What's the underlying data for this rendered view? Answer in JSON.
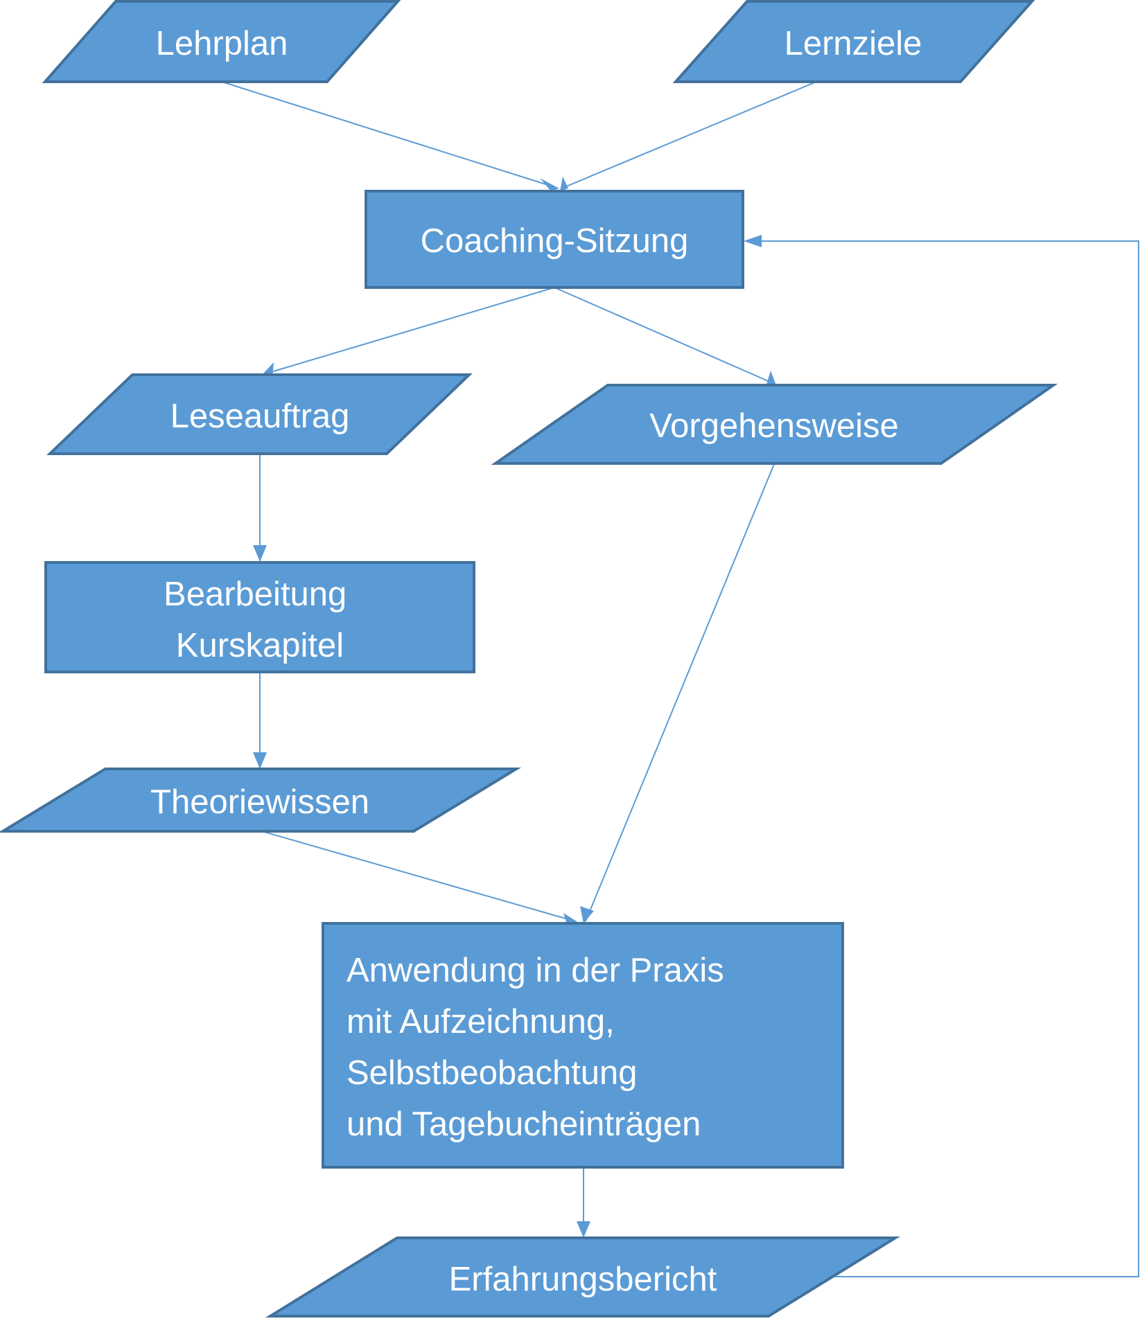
{
  "colors": {
    "fill": "#5b9bd5",
    "border": "#41719c",
    "connector": "#5b9bd5",
    "text": "#ffffff",
    "background": "#ffffff"
  },
  "nodes": {
    "lehrplan": {
      "shape": "parallelogram",
      "lines": [
        "Lehrplan"
      ]
    },
    "lernziele": {
      "shape": "parallelogram",
      "lines": [
        "Lernziele"
      ]
    },
    "coaching": {
      "shape": "rectangle",
      "lines": [
        "Coaching-Sitzung"
      ]
    },
    "leseauftrag": {
      "shape": "parallelogram",
      "lines": [
        "Leseauftrag"
      ]
    },
    "vorgehensweise": {
      "shape": "parallelogram",
      "lines": [
        "Vorgehensweise"
      ]
    },
    "bearbeitung": {
      "shape": "rectangle",
      "lines": [
        "Bearbeitung",
        "Kurskapitel"
      ]
    },
    "theoriewissen": {
      "shape": "parallelogram",
      "lines": [
        "Theoriewissen"
      ]
    },
    "anwendung": {
      "shape": "rectangle",
      "lines": [
        "Anwendung in der Praxis",
        "mit Aufzeichnung,",
        "Selbstbeobachtung",
        "und Tagebucheinträgen"
      ]
    },
    "erfahrungsbericht": {
      "shape": "parallelogram",
      "lines": [
        "Erfahrungsbericht"
      ]
    }
  },
  "edges": [
    {
      "from": "lehrplan",
      "to": "coaching"
    },
    {
      "from": "lernziele",
      "to": "coaching"
    },
    {
      "from": "coaching",
      "to": "leseauftrag"
    },
    {
      "from": "coaching",
      "to": "vorgehensweise"
    },
    {
      "from": "leseauftrag",
      "to": "bearbeitung"
    },
    {
      "from": "bearbeitung",
      "to": "theoriewissen"
    },
    {
      "from": "theoriewissen",
      "to": "anwendung"
    },
    {
      "from": "vorgehensweise",
      "to": "anwendung"
    },
    {
      "from": "anwendung",
      "to": "erfahrungsbericht"
    },
    {
      "from": "erfahrungsbericht",
      "to": "coaching",
      "route": "feedback-loop"
    }
  ]
}
